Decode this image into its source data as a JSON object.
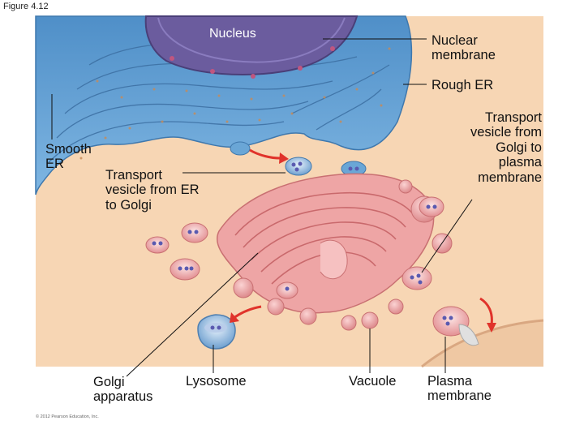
{
  "figure_title": "Figure 4.12",
  "labels": {
    "nucleus": "Nucleus",
    "nuclear_membrane": "Nuclear\nmembrane",
    "rough_er": "Rough ER",
    "transport_golgi_pm": "Transport\nvesicle from\nGolgi to\nplasma\nmembrane",
    "smooth_er": "Smooth\nER",
    "transport_er_golgi": "Transport\nvesicle from ER\nto Golgi",
    "golgi": "Golgi\napparatus",
    "lysosome": "Lysosome",
    "vacuole": "Vacuole",
    "plasma_membrane": "Plasma\nmembrane"
  },
  "copyright": "© 2012 Pearson Education, Inc.",
  "colors": {
    "cytoplasm": "#f7d6b4",
    "er_blue": "#6aa6d6",
    "nucleus_purple": "#6b5c9e",
    "golgi_pink": "#eea5a5",
    "arrow_red": "#e0332b"
  }
}
